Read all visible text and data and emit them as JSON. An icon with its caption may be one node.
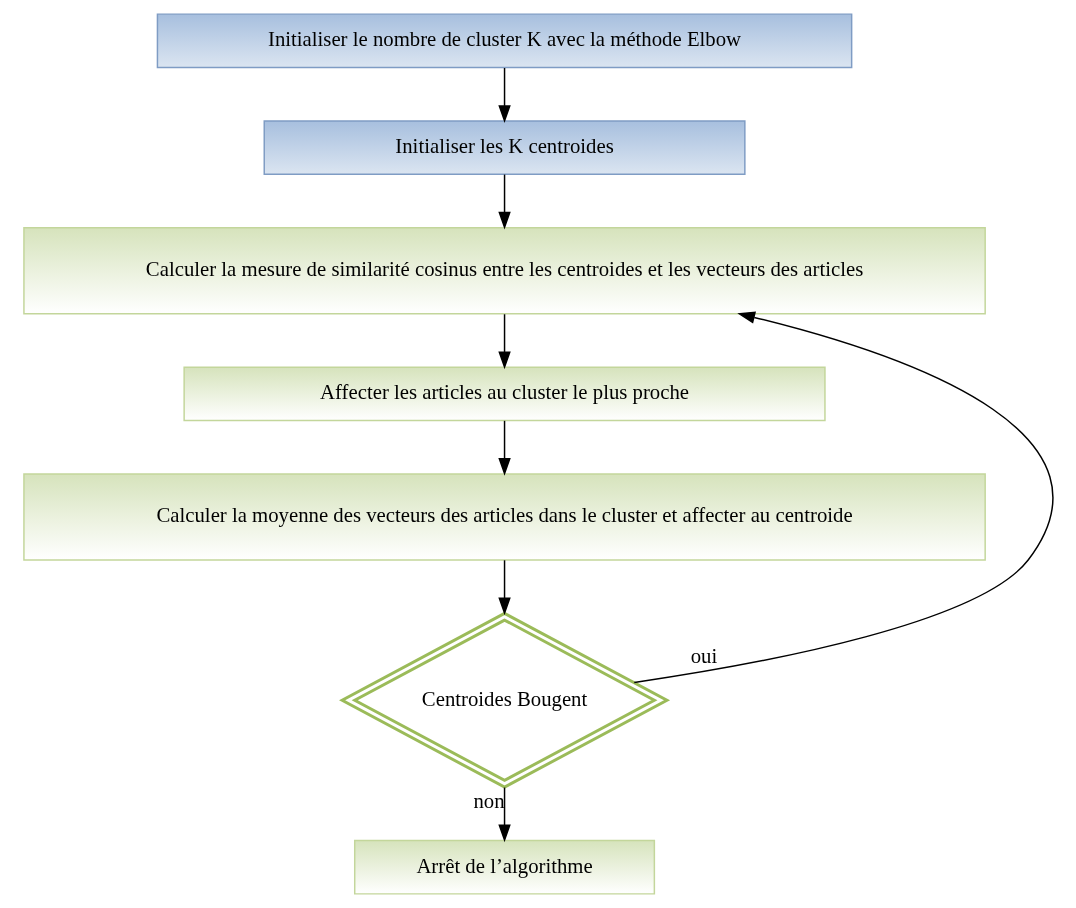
{
  "diagram": {
    "nodes": [
      {
        "text": [
          "Initialiser le nombre de cluster K avec la méthode Elbow"
        ]
      },
      {
        "text": [
          "Initialiser les K centroides"
        ]
      },
      {
        "text": [
          "Calculer la mesure de similarité cosinus entre les centroides et les vecteurs des articles"
        ]
      },
      {
        "text": [
          "Affecter les articles au cluster le plus proche"
        ]
      },
      {
        "text": [
          "Calculer la moyenne des vecteurs des articles dans le cluster et affecter au centroide"
        ]
      },
      {
        "text": [
          "Centroides Bougent"
        ]
      },
      {
        "text": [
          "Arrêt de l’algorithme"
        ]
      }
    ],
    "edges": [
      {
        "from": 0,
        "to": 1,
        "arrow": "to"
      },
      {
        "from": 1,
        "to": 2,
        "arrow": "to"
      },
      {
        "from": 2,
        "to": 3,
        "arrow": "to"
      },
      {
        "from": 3,
        "to": 4,
        "arrow": "to"
      },
      {
        "from": 4,
        "to": 5,
        "arrow": "to"
      },
      {
        "from": 5,
        "to": 6,
        "label": "non",
        "arrow": "to"
      },
      {
        "from": 5,
        "to": 2,
        "label": "oui",
        "arrow": "to"
      }
    ]
  }
}
